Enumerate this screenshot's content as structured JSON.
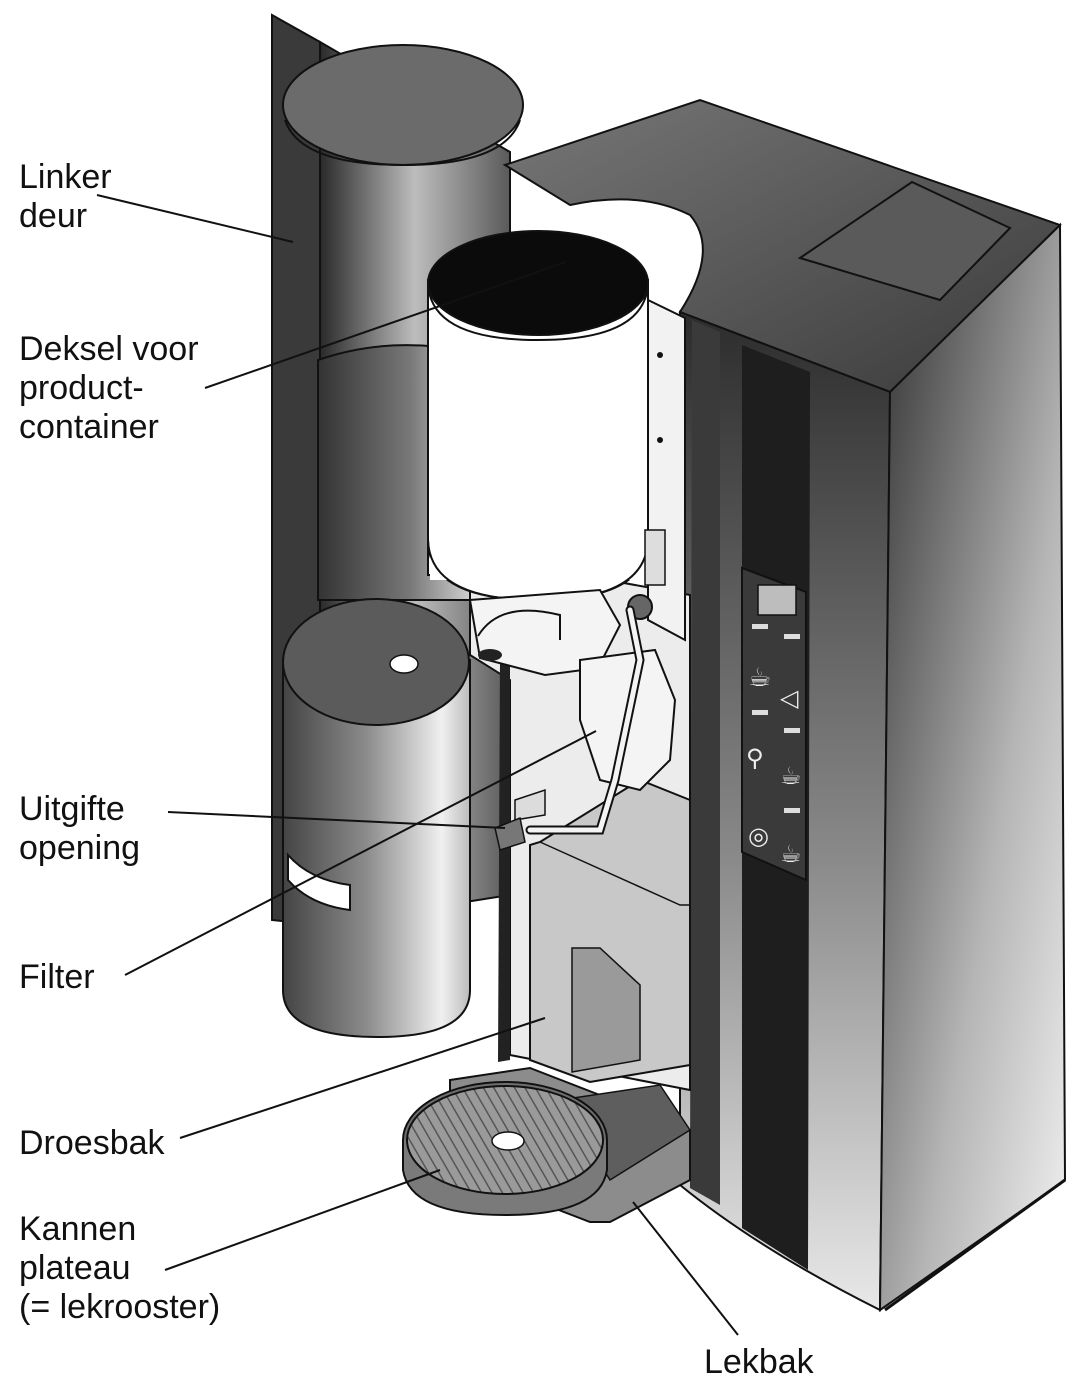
{
  "labels": {
    "left_door": "Linker\ndeur",
    "container_lid": "Deksel voor\nproduct-\ncontainer",
    "dispense_opening": "Uitgifte\nopening",
    "filter": "Filter",
    "grounds_bin": "Droesbak",
    "jug_plateau": "Kannen\nplateau\n(= lekrooster)",
    "drip_tray": "Lekbak"
  }
}
